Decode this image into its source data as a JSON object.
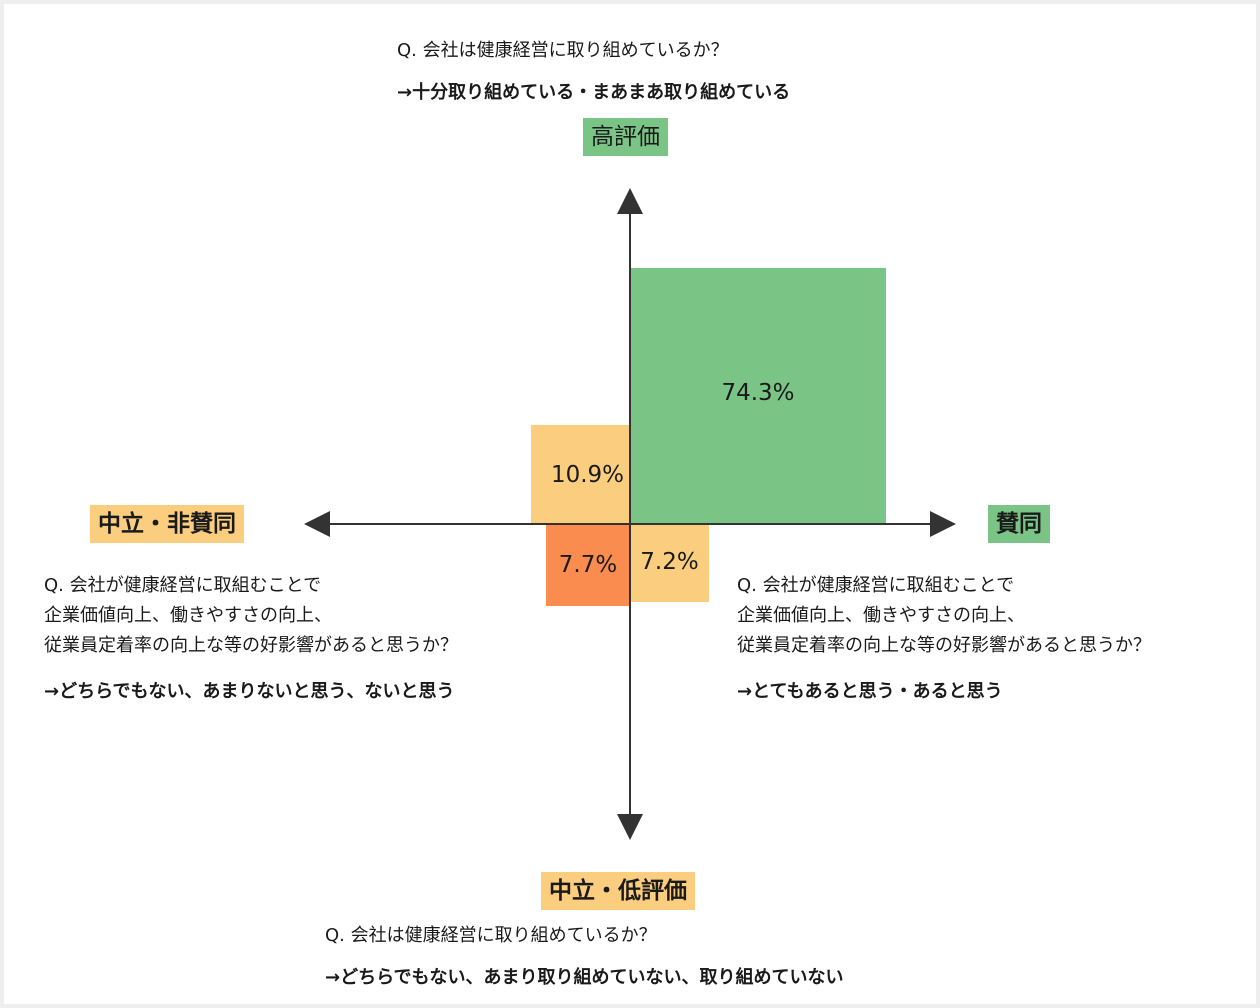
{
  "colors": {
    "high": "#7ac486",
    "neutral": "#fbcd7f",
    "low": "#fa8c50",
    "axis": "#333333",
    "frame": "#eeeeee"
  },
  "top": {
    "question": "Q. 会社は健康経営に取り組めているか？",
    "answer": "→十分取り組めている・まあまあ取り組めている",
    "tag": "高評価"
  },
  "bottom": {
    "tag": "中立・低評価",
    "question": "Q. 会社は健康経営に取り組めているか？",
    "answer": "→どちらでもない、あまり取り組めていない、取り組めていない"
  },
  "left": {
    "tag": "中立・非賛同",
    "question_lines": [
      "Q. 会社が健康経営に取組むことで",
      "企業価値向上、働きやすさの向上、",
      "従業員定着率の向上な等の好影響があると思うか？"
    ],
    "answer": "→どちらでもない、あまりないと思う、ないと思う"
  },
  "right": {
    "tag": "賛同",
    "question_lines": [
      "Q. 会社が健康経営に取組むことで",
      "企業価値向上、働きやすさの向上、",
      "従業員定着率の向上な等の好影響があると思うか？"
    ],
    "answer": "→とてもあると思う・あると思う"
  },
  "quadrants": {
    "high_agree": "74.3%",
    "high_disagree": "10.9%",
    "low_disagree": "7.7%",
    "low_agree": "7.2%"
  },
  "chart_data": {
    "type": "quadrant",
    "title": "",
    "x_axis": {
      "positive": "賛同",
      "negative": "中立・非賛同"
    },
    "y_axis": {
      "positive": "高評価",
      "negative": "中立・低評価"
    },
    "cells": [
      {
        "quadrant": "高評価 × 賛同",
        "value": 74.3,
        "label": "74.3%"
      },
      {
        "quadrant": "高評価 × 中立・非賛同",
        "value": 10.9,
        "label": "10.9%"
      },
      {
        "quadrant": "中立・低評価 × 中立・非賛同",
        "value": 7.7,
        "label": "7.7%"
      },
      {
        "quadrant": "中立・低評価 × 賛同",
        "value": 7.2,
        "label": "7.2%"
      }
    ],
    "unit": "%"
  }
}
